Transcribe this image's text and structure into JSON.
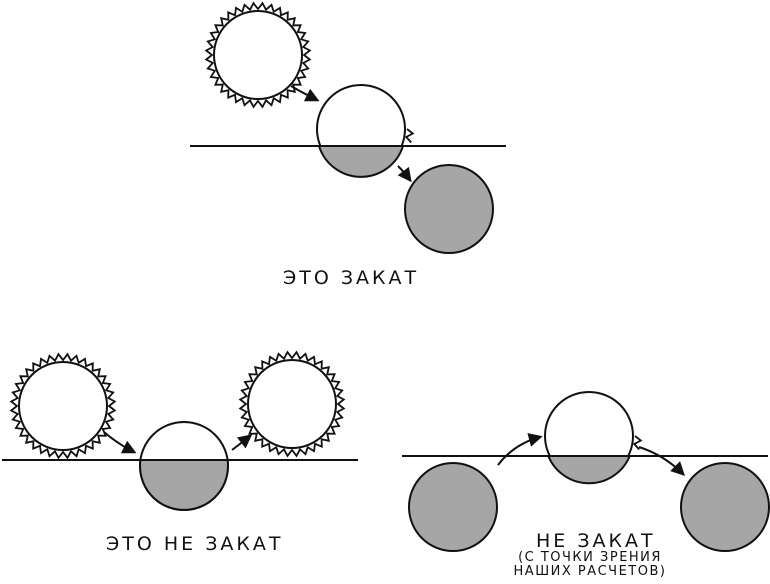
{
  "panel_top": {
    "caption": "ЭТО ЗАКАТ"
  },
  "panel_bottom_left": {
    "caption": "ЭТО НЕ ЗАКАТ"
  },
  "panel_bottom_right": {
    "caption": "НЕ ЗАКАТ",
    "note_line1": "(С ТОЧКИ ЗРЕНИЯ",
    "note_line2": "НАШИХ РАСЧЕТОВ)"
  },
  "colors": {
    "ink": "#111111",
    "below_horizon": "#a6a6a6",
    "paper": "#ffffff"
  },
  "icons": [
    "sun-icon",
    "sun-icon",
    "sun-icon",
    "arrow-icon"
  ]
}
